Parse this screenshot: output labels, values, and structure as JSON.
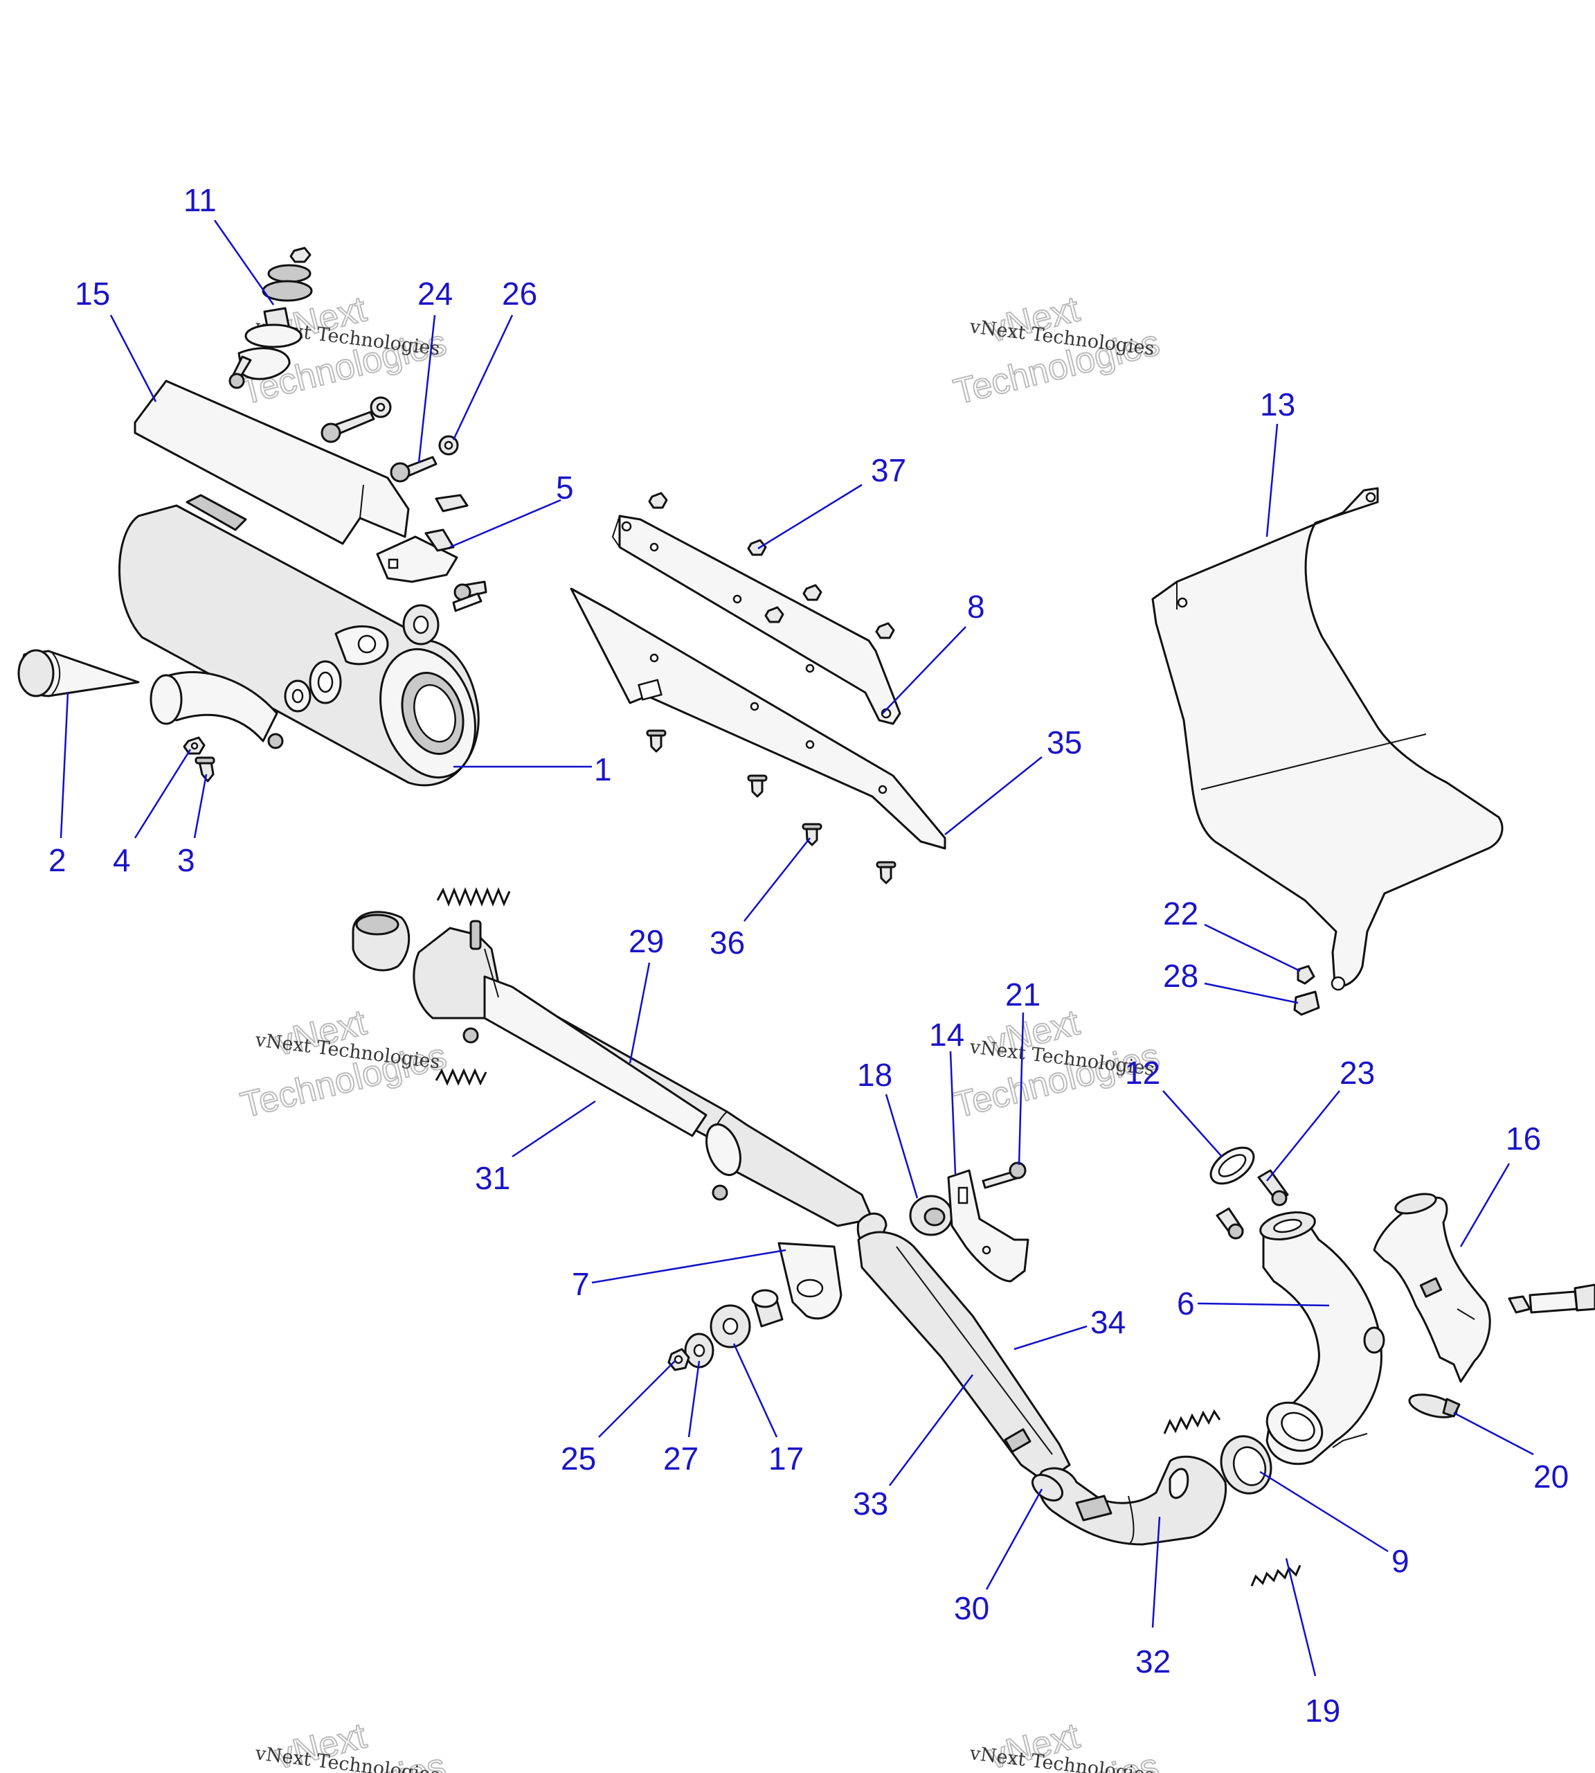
{
  "watermark": {
    "brand": "vNext",
    "line1": "vNext Technologies",
    "line2": "Technologies"
  },
  "colors": {
    "callout": "#1a14c8",
    "leader": "#1010cc",
    "part_fill": "#e9e9e9",
    "outline": "#111111"
  },
  "callouts": [
    {
      "id": "c1",
      "label": "1"
    },
    {
      "id": "c2",
      "label": "2"
    },
    {
      "id": "c3",
      "label": "3"
    },
    {
      "id": "c4",
      "label": "4"
    },
    {
      "id": "c5",
      "label": "5"
    },
    {
      "id": "c6",
      "label": "6"
    },
    {
      "id": "c7",
      "label": "7"
    },
    {
      "id": "c8",
      "label": "8"
    },
    {
      "id": "c9",
      "label": "9"
    },
    {
      "id": "c11",
      "label": "11"
    },
    {
      "id": "c12",
      "label": "12"
    },
    {
      "id": "c13",
      "label": "13"
    },
    {
      "id": "c14",
      "label": "14"
    },
    {
      "id": "c15",
      "label": "15"
    },
    {
      "id": "c16",
      "label": "16"
    },
    {
      "id": "c17",
      "label": "17"
    },
    {
      "id": "c18",
      "label": "18"
    },
    {
      "id": "c19",
      "label": "19"
    },
    {
      "id": "c20",
      "label": "20"
    },
    {
      "id": "c21",
      "label": "21"
    },
    {
      "id": "c22",
      "label": "22"
    },
    {
      "id": "c23",
      "label": "23"
    },
    {
      "id": "c24",
      "label": "24"
    },
    {
      "id": "c25",
      "label": "25"
    },
    {
      "id": "c26",
      "label": "26"
    },
    {
      "id": "c27",
      "label": "27"
    },
    {
      "id": "c28",
      "label": "28"
    },
    {
      "id": "c29",
      "label": "29"
    },
    {
      "id": "c30",
      "label": "30"
    },
    {
      "id": "c31",
      "label": "31"
    },
    {
      "id": "c32",
      "label": "32"
    },
    {
      "id": "c33",
      "label": "33"
    },
    {
      "id": "c34",
      "label": "34"
    },
    {
      "id": "c35",
      "label": "35"
    },
    {
      "id": "c36",
      "label": "36"
    },
    {
      "id": "c37",
      "label": "37"
    }
  ]
}
